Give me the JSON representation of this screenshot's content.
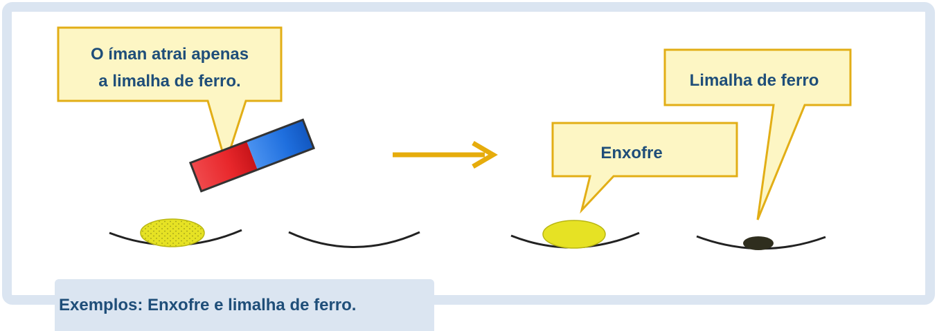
{
  "colors": {
    "frame": "#dbe5f1",
    "callout_fill": "#fdf6c4",
    "callout_border": "#e2ae16",
    "text": "#1f4e79",
    "arrow": "#e6ac0c",
    "magnet_red": "#e8272b",
    "magnet_blue": "#1f6fde",
    "sulfur": "#e6e224",
    "iron_filings": "#2f2e1e"
  },
  "callouts": {
    "magnet": {
      "line1": "O íman atrai apenas",
      "line2": "a limalha de ferro."
    },
    "sulfur": {
      "label": "Enxofre"
    },
    "iron": {
      "label": "Limalha de ferro"
    }
  },
  "caption": {
    "text": "Exemplos: Enxofre e limalha de ferro."
  }
}
